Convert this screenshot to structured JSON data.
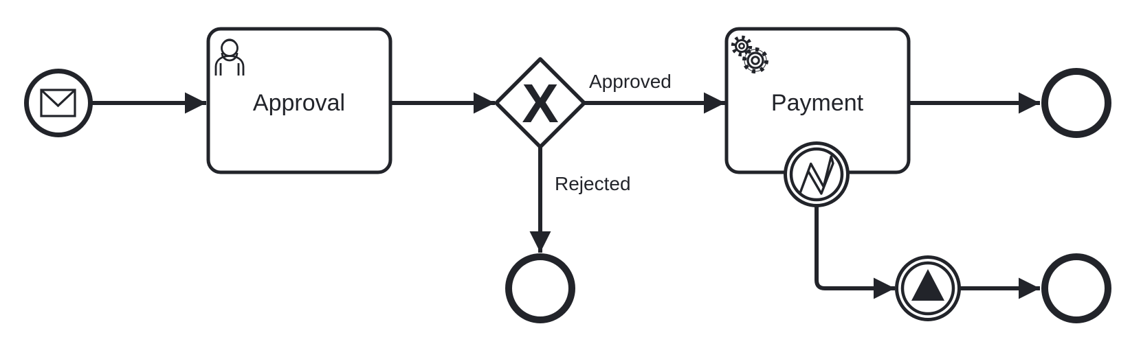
{
  "diagram": {
    "kind": "bpmn-process-diagram",
    "background_color": "#ffffff",
    "stroke_color": "#22242a",
    "nodes": {
      "start": {
        "type": "message-start-event",
        "icon": "envelope-icon"
      },
      "approval": {
        "type": "user-task",
        "label": "Approval",
        "icon": "user-icon"
      },
      "gateway": {
        "type": "exclusive-gateway",
        "marker": "X"
      },
      "payment": {
        "type": "service-task",
        "label": "Payment",
        "icon": "gears-icon"
      },
      "error_boundary": {
        "type": "error-boundary-event",
        "icon": "lightning-icon"
      },
      "signal_throw": {
        "type": "signal-intermediate-throw-event",
        "icon": "triangle-icon"
      },
      "end_approved": {
        "type": "end-event"
      },
      "end_rejected": {
        "type": "end-event"
      },
      "end_error": {
        "type": "end-event"
      }
    },
    "flows": {
      "start_to_approval": {
        "label": ""
      },
      "approval_to_gateway": {
        "label": ""
      },
      "gateway_to_payment": {
        "label": "Approved"
      },
      "gateway_to_rejected_end": {
        "label": "Rejected"
      },
      "payment_to_end": {
        "label": ""
      },
      "boundary_to_signal": {
        "label": ""
      },
      "signal_to_end": {
        "label": ""
      }
    }
  }
}
